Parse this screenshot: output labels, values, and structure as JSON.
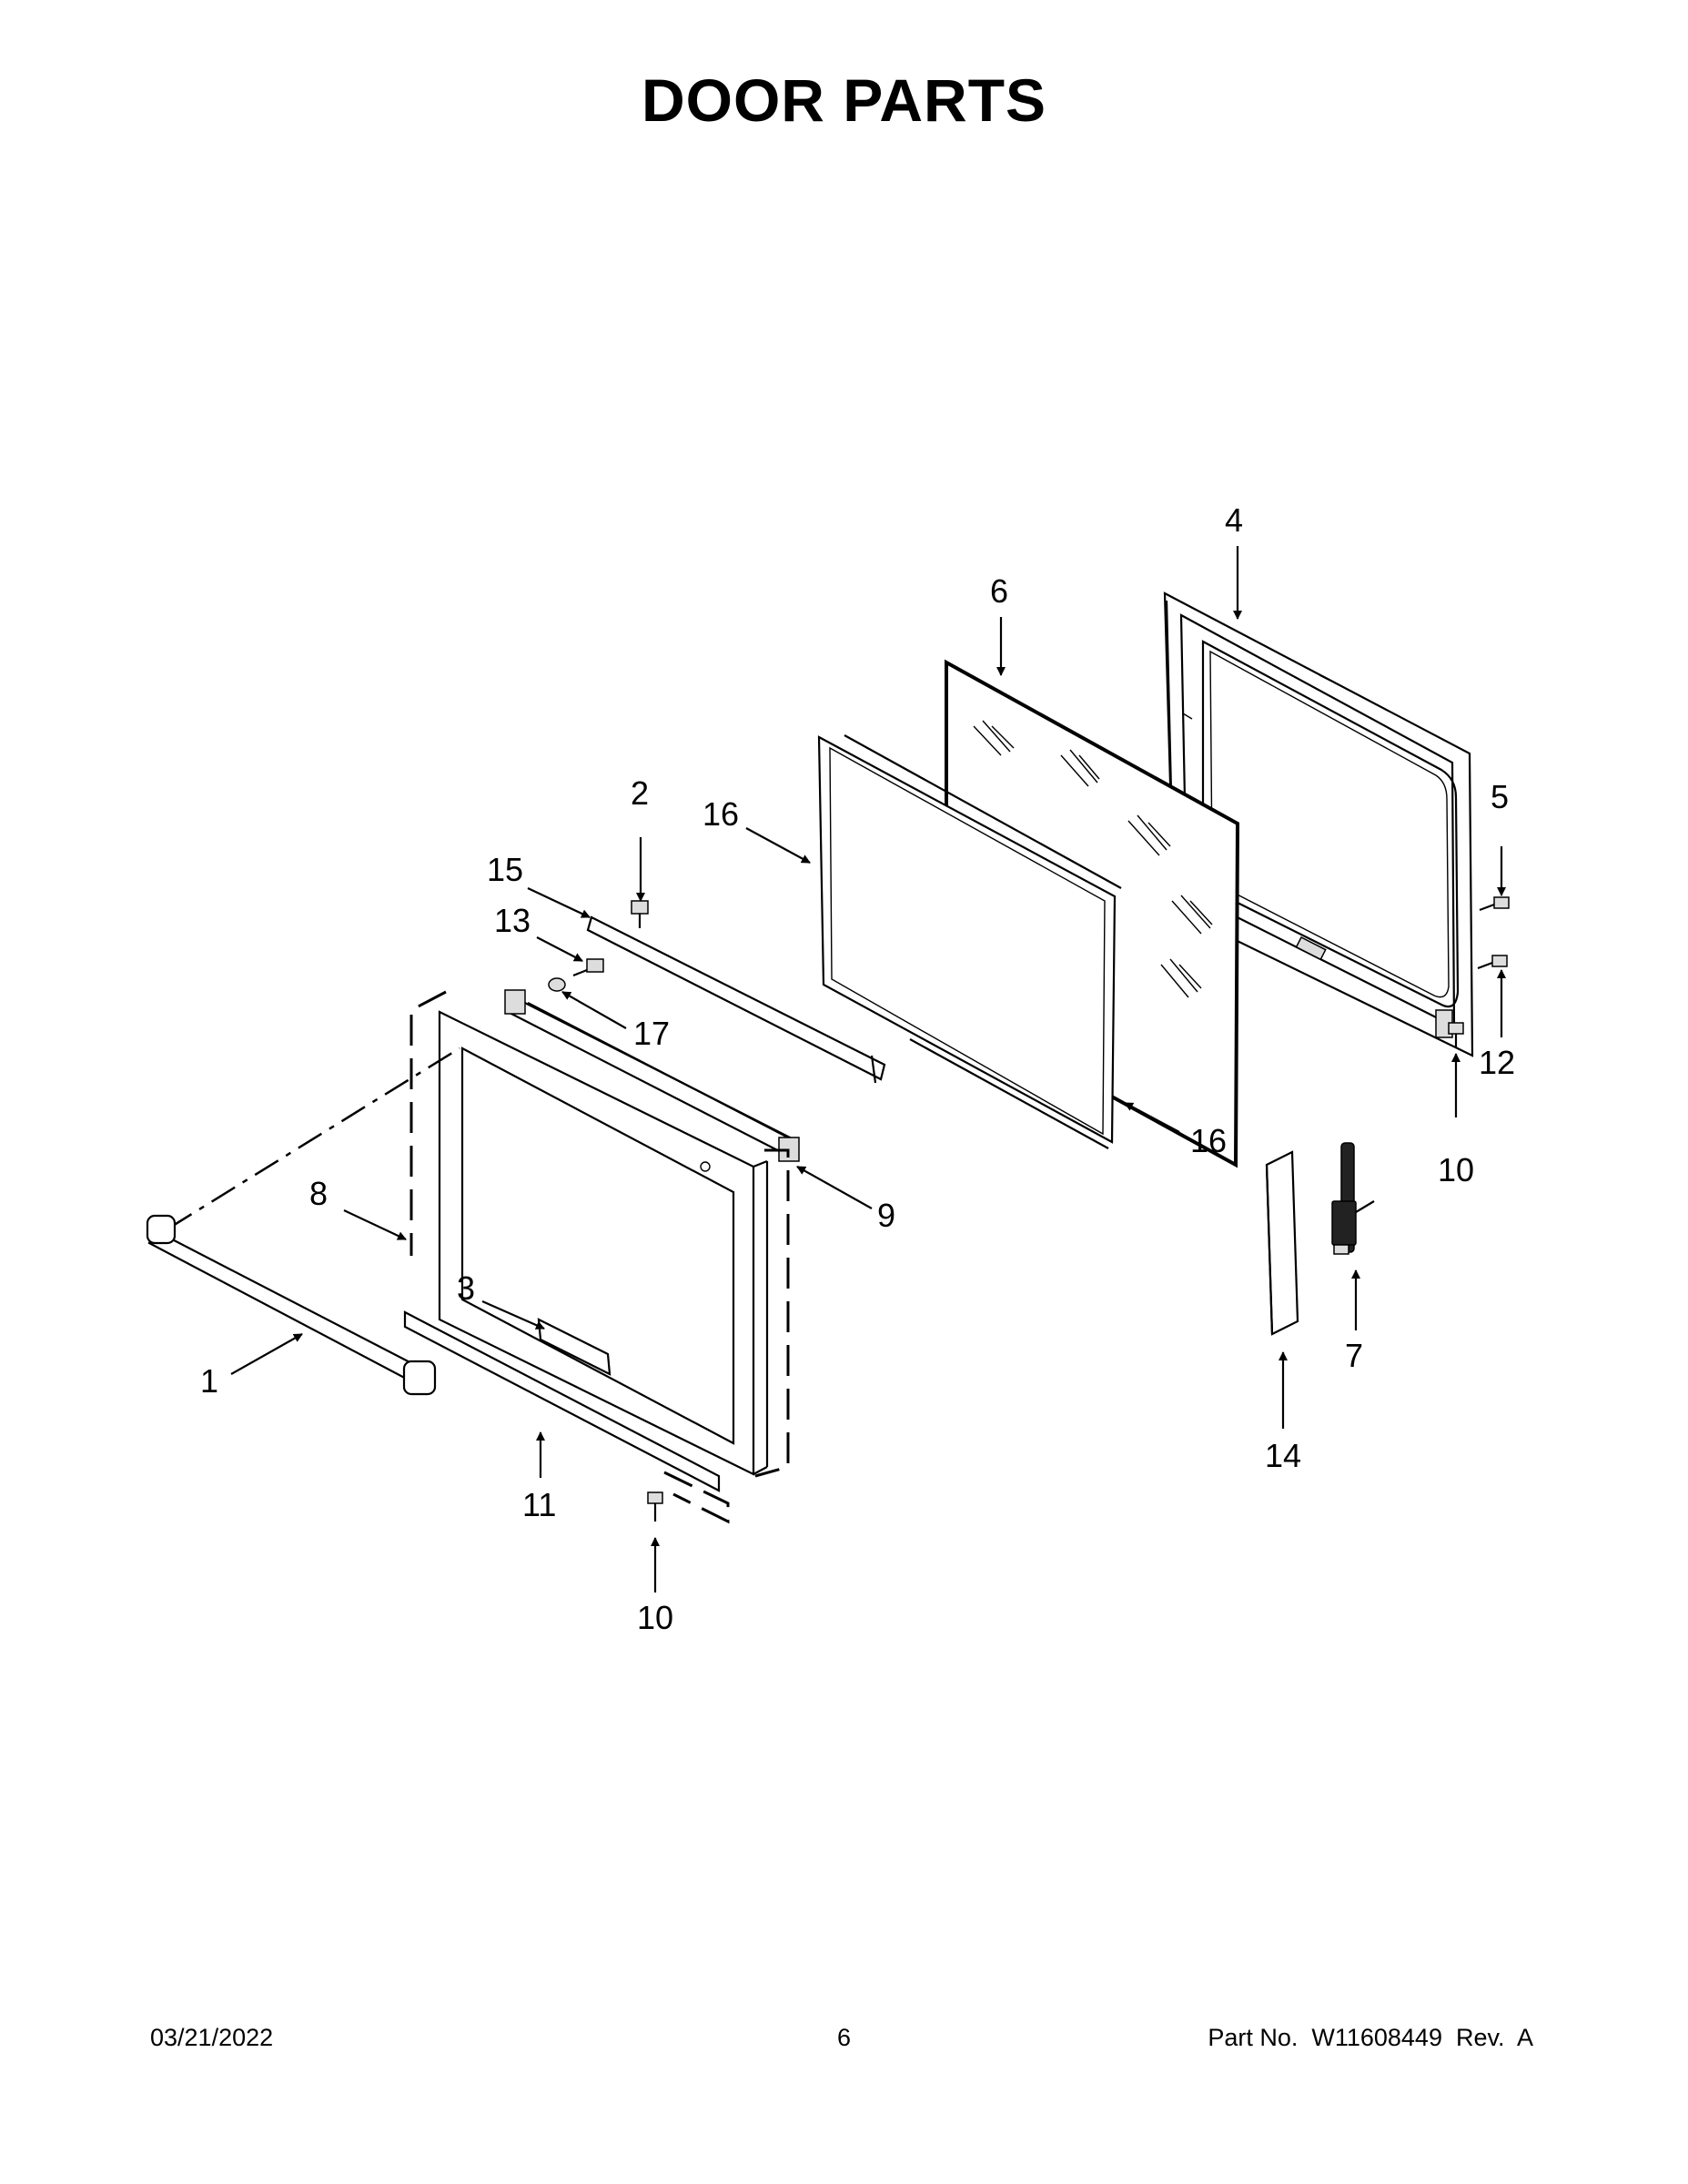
{
  "header": {
    "title": "DOOR PARTS"
  },
  "footer": {
    "date": "03/21/2022",
    "page_number": "6",
    "part_info": "Part No.  W11608449  Rev.  A"
  },
  "callouts": {
    "c1": "1",
    "c2": "2",
    "c3": "3",
    "c4": "4",
    "c5": "5",
    "c6": "6",
    "c7": "7",
    "c8": "8",
    "c9": "9",
    "c10a": "10",
    "c10b": "10",
    "c11": "11",
    "c12": "12",
    "c13": "13",
    "c14": "14",
    "c15": "15",
    "c16a": "16",
    "c16b": "16",
    "c17": "17"
  }
}
